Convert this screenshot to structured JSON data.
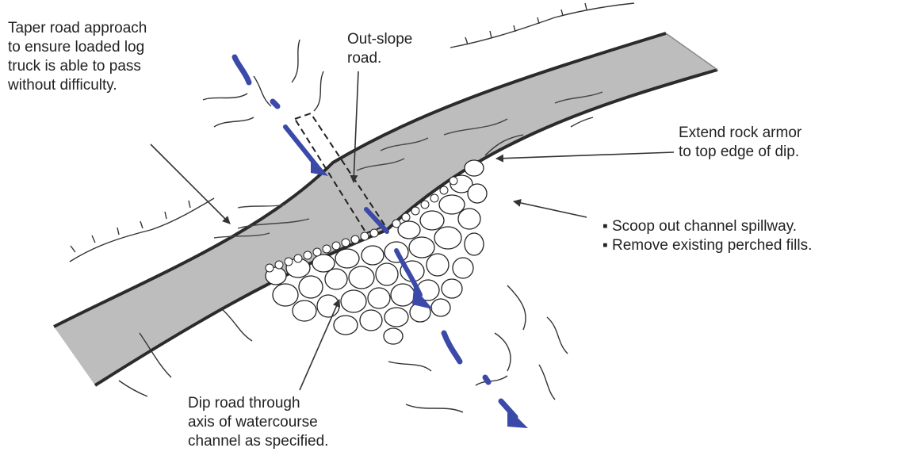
{
  "labels": {
    "taper": [
      "Taper road approach",
      "to ensure loaded log",
      "truck is able to pass",
      "without difficulty."
    ],
    "outslope": [
      "Out-slope",
      "road."
    ],
    "extend": [
      "Extend rock armor",
      "to top edge of dip."
    ],
    "scoop": [
      "▪ Scoop out channel spillway.",
      "▪ Remove existing perched fills."
    ],
    "dip": [
      "Dip road through",
      "axis of watercourse",
      "channel as specified."
    ]
  },
  "colors": {
    "road_fill": "#bdbdbd",
    "road_edge": "#2b2b2b",
    "water_arrow": "#3b4aa8",
    "ink": "#333333",
    "background": "#ffffff"
  }
}
